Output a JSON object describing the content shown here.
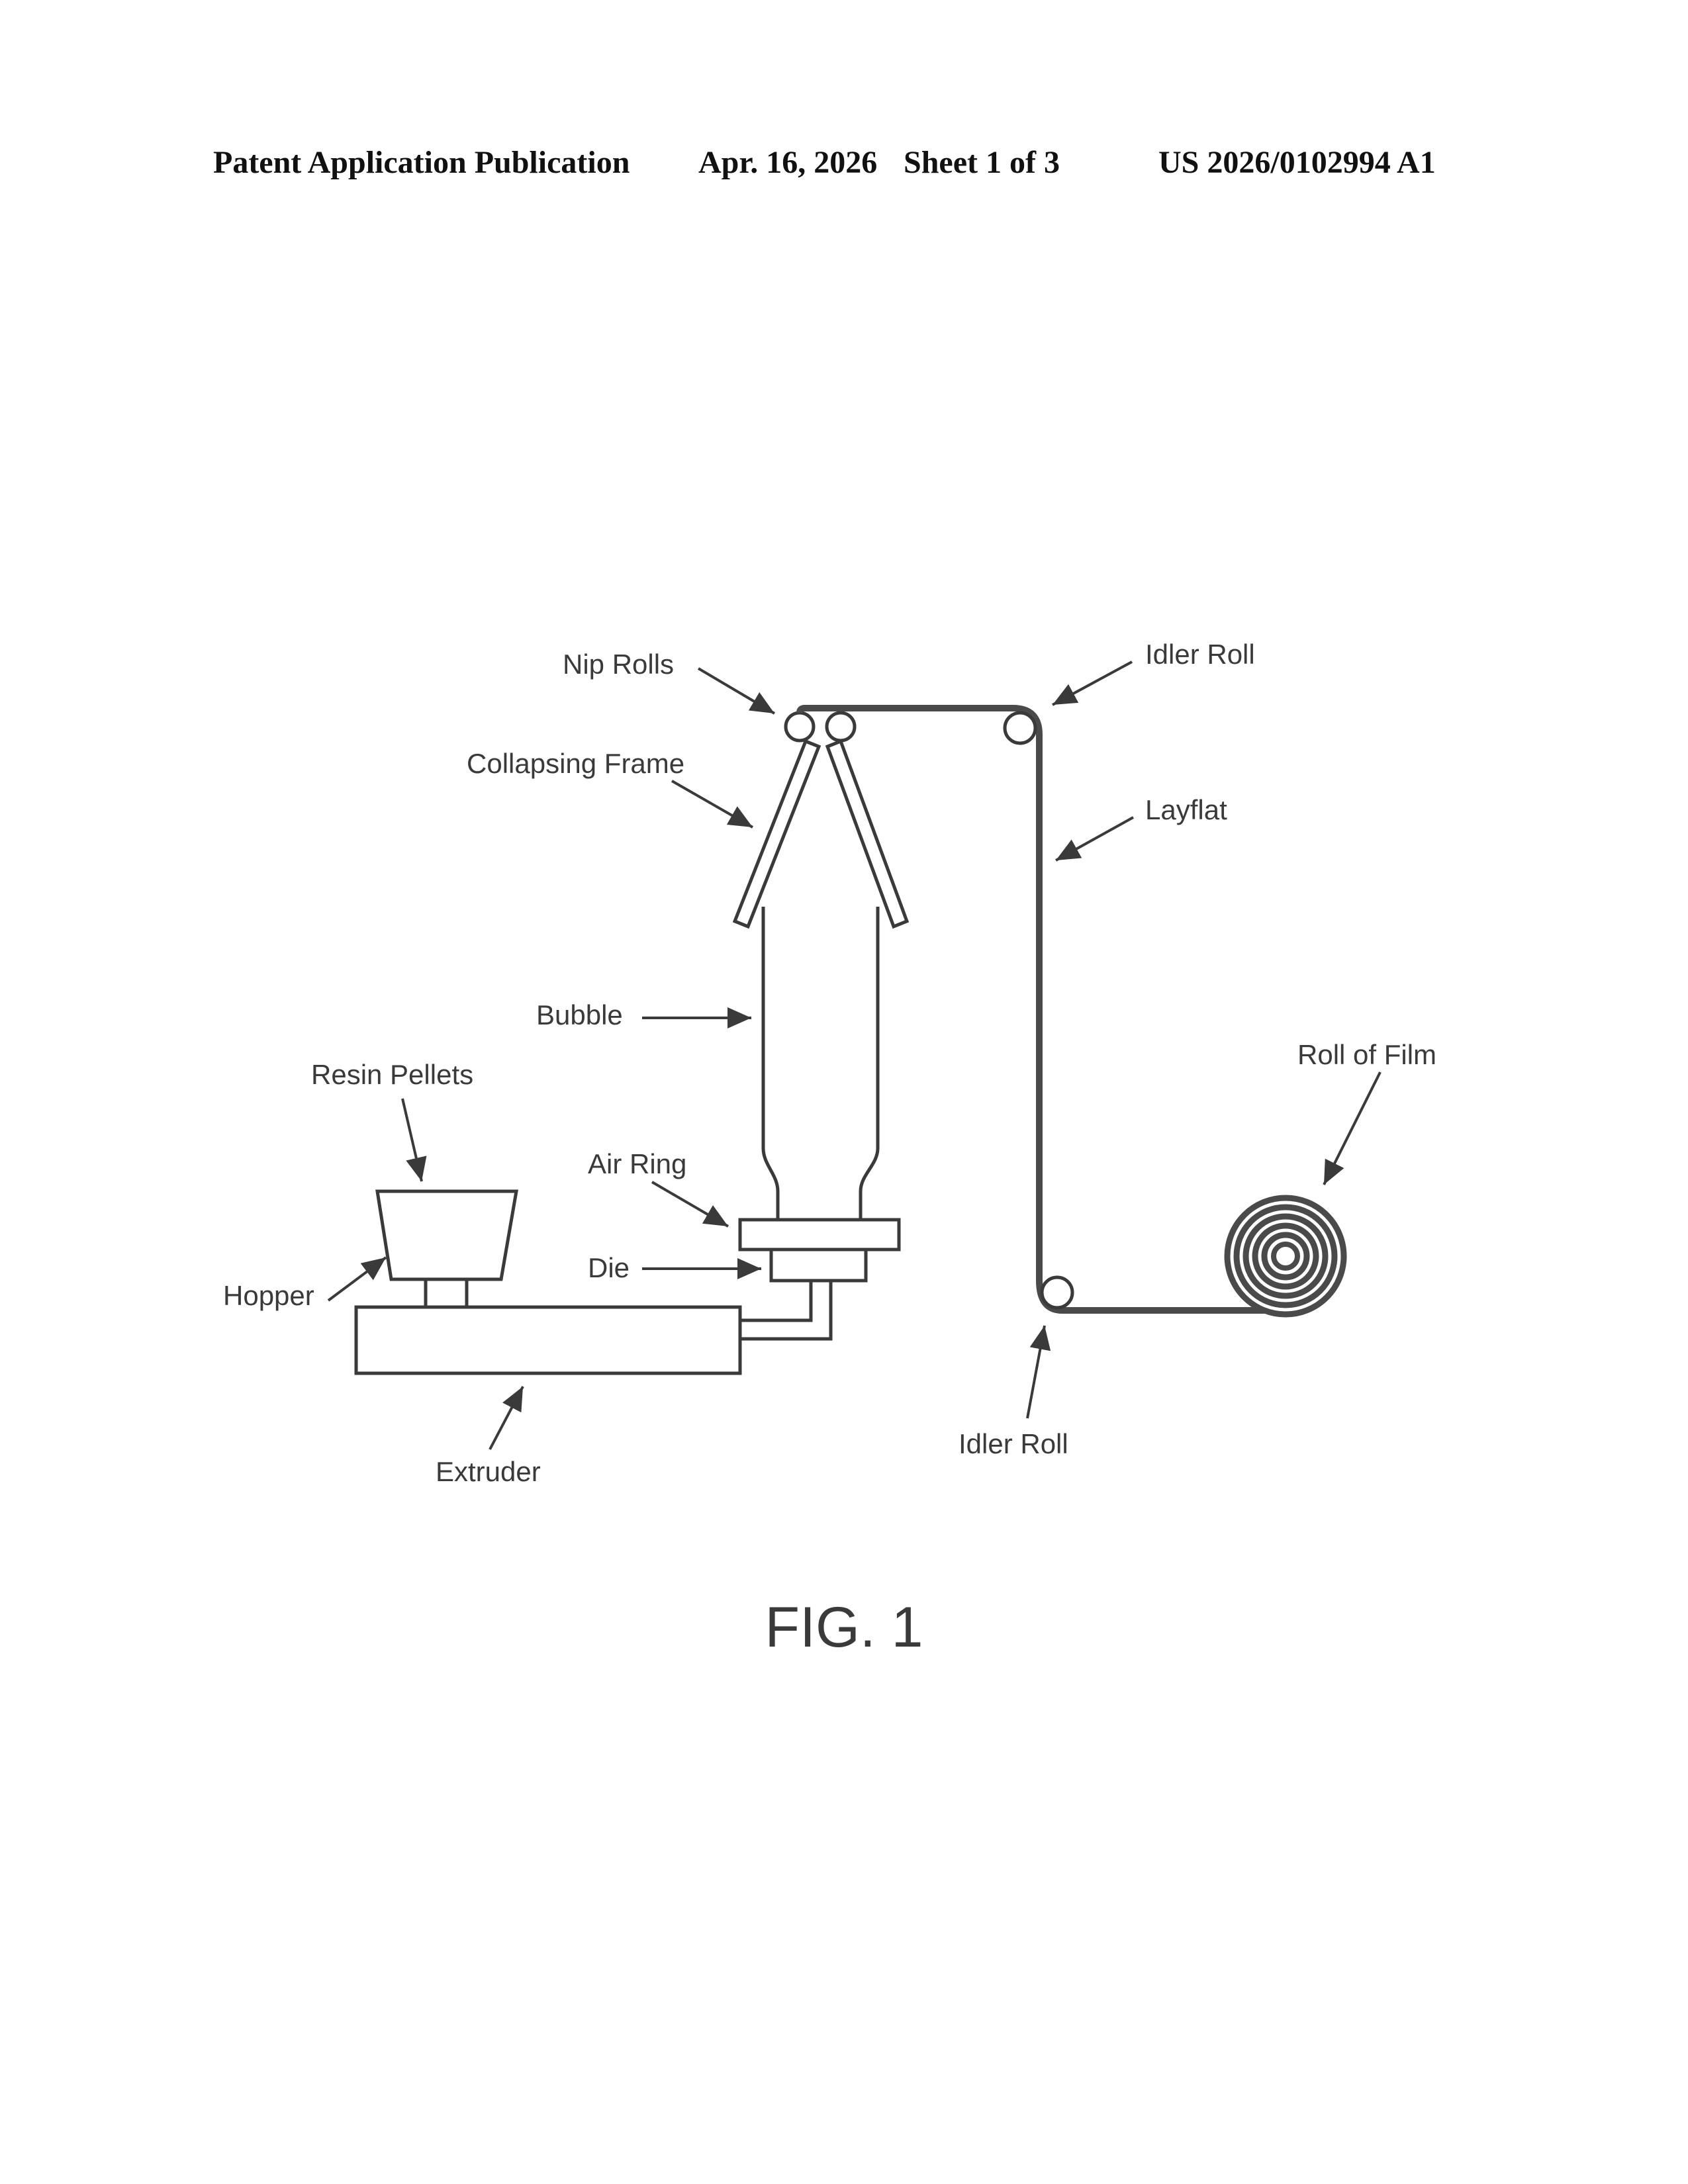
{
  "header": {
    "publication": "Patent Application Publication",
    "date": "Apr. 16, 2026",
    "sheet": "Sheet 1 of 3",
    "number": "US 2026/0102994 A1"
  },
  "figure": {
    "caption": "FIG. 1",
    "labels": {
      "nip_rolls": "Nip Rolls",
      "idler_roll_top": "Idler Roll",
      "collapsing_frame": "Collapsing Frame",
      "layflat": "Layflat",
      "bubble": "Bubble",
      "roll_of_film": "Roll of Film",
      "resin_pellets": "Resin Pellets",
      "air_ring": "Air Ring",
      "die": "Die",
      "hopper": "Hopper",
      "extruder": "Extruder",
      "idler_roll_bottom": "Idler Roll"
    }
  }
}
